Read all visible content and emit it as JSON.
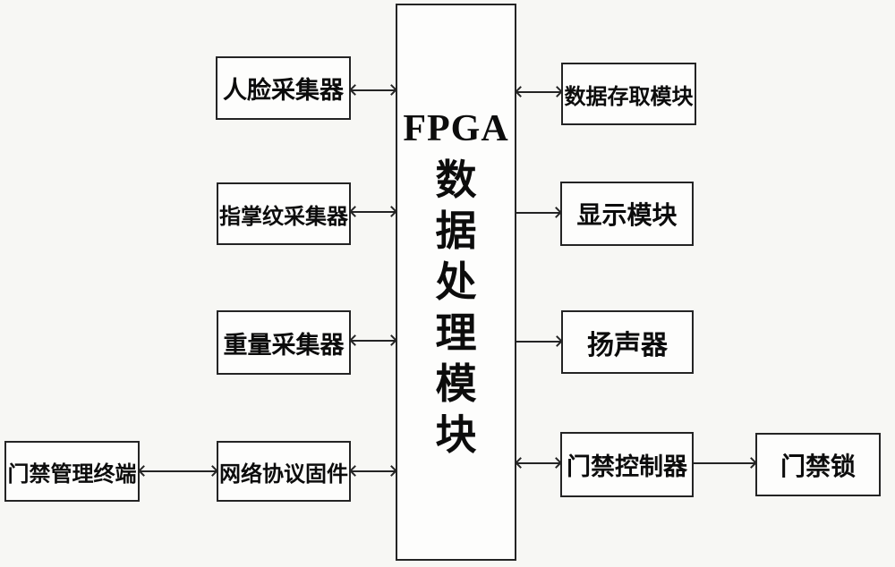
{
  "diagram": {
    "line_color": "#242424",
    "background_color": "#f7f7f4",
    "nodes": {
      "fpga": {
        "label": "FPGA数据处理模块",
        "lines": [
          "FPGA",
          "数",
          "据",
          "处",
          "理",
          "模",
          "块"
        ]
      },
      "face": {
        "label": "人脸采集器"
      },
      "finger": {
        "label": "指掌纹采集器"
      },
      "weight": {
        "label": "重量采集器"
      },
      "network": {
        "label": "网络协议固件"
      },
      "terminal": {
        "label": "门禁管理终端"
      },
      "storage": {
        "label": "数据存取模块"
      },
      "display": {
        "label": "显示模块"
      },
      "speaker": {
        "label": "扬声器"
      },
      "controller": {
        "label": "门禁控制器"
      },
      "lock": {
        "label": "门禁锁"
      }
    },
    "edges": [
      {
        "from": "face",
        "to": "fpga",
        "direction": "both"
      },
      {
        "from": "finger",
        "to": "fpga",
        "direction": "both"
      },
      {
        "from": "weight",
        "to": "fpga",
        "direction": "both"
      },
      {
        "from": "network",
        "to": "fpga",
        "direction": "both"
      },
      {
        "from": "terminal",
        "to": "network",
        "direction": "both"
      },
      {
        "from": "fpga",
        "to": "storage",
        "direction": "both"
      },
      {
        "from": "fpga",
        "to": "display",
        "direction": "forward"
      },
      {
        "from": "fpga",
        "to": "speaker",
        "direction": "forward"
      },
      {
        "from": "fpga",
        "to": "controller",
        "direction": "both"
      },
      {
        "from": "controller",
        "to": "lock",
        "direction": "forward"
      }
    ]
  }
}
